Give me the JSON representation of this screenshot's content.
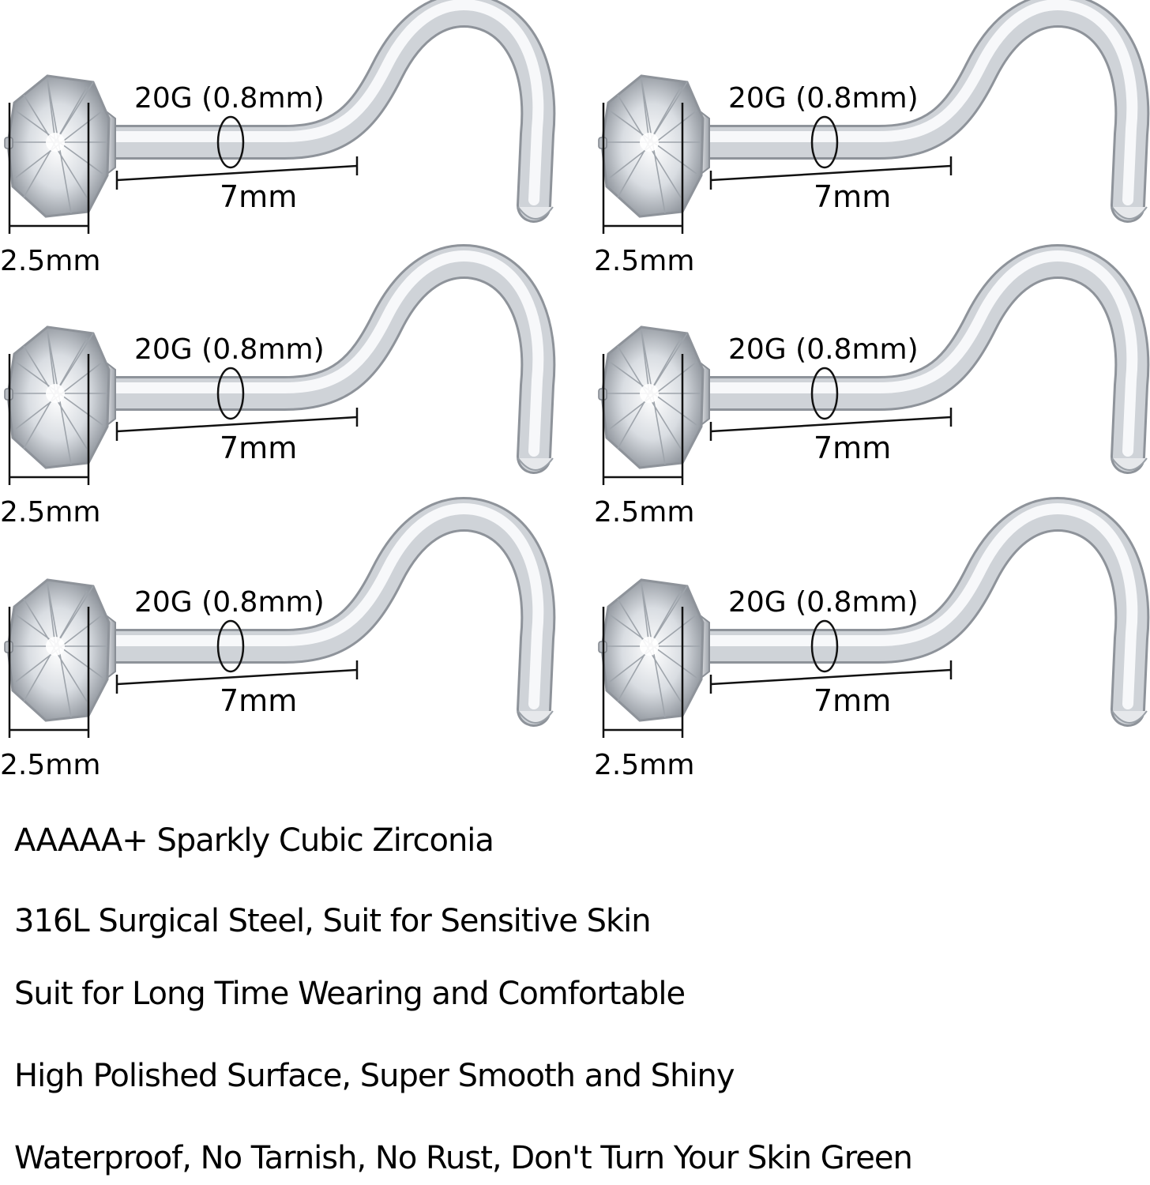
{
  "colors": {
    "background": "#ffffff",
    "text": "#000000",
    "steel_light": "#f4f5f7",
    "steel_mid": "#c8ccd2",
    "steel_dark": "#8e939a"
  },
  "product": {
    "items": [
      {
        "gauge_label": "20G (0.8mm)",
        "length_label": "7mm",
        "gem_label": "2.5mm"
      },
      {
        "gauge_label": "20G (0.8mm)",
        "length_label": "7mm",
        "gem_label": "2.5mm"
      },
      {
        "gauge_label": "20G (0.8mm)",
        "length_label": "7mm",
        "gem_label": "2.5mm"
      },
      {
        "gauge_label": "20G (0.8mm)",
        "length_label": "7mm",
        "gem_label": "2.5mm"
      },
      {
        "gauge_label": "20G (0.8mm)",
        "length_label": "7mm",
        "gem_label": "2.5mm"
      },
      {
        "gauge_label": "20G (0.8mm)",
        "length_label": "7mm",
        "gem_label": "2.5mm"
      }
    ]
  },
  "features": [
    "AAAAA+ Sparkly Cubic Zirconia",
    "316L Surgical Steel, Suit for Sensitive Skin",
    "Suit for Long Time Wearing and Comfortable",
    "High Polished Surface, Super Smooth and Shiny",
    "Waterproof, No Tarnish, No Rust, Don't Turn Your Skin Green"
  ]
}
